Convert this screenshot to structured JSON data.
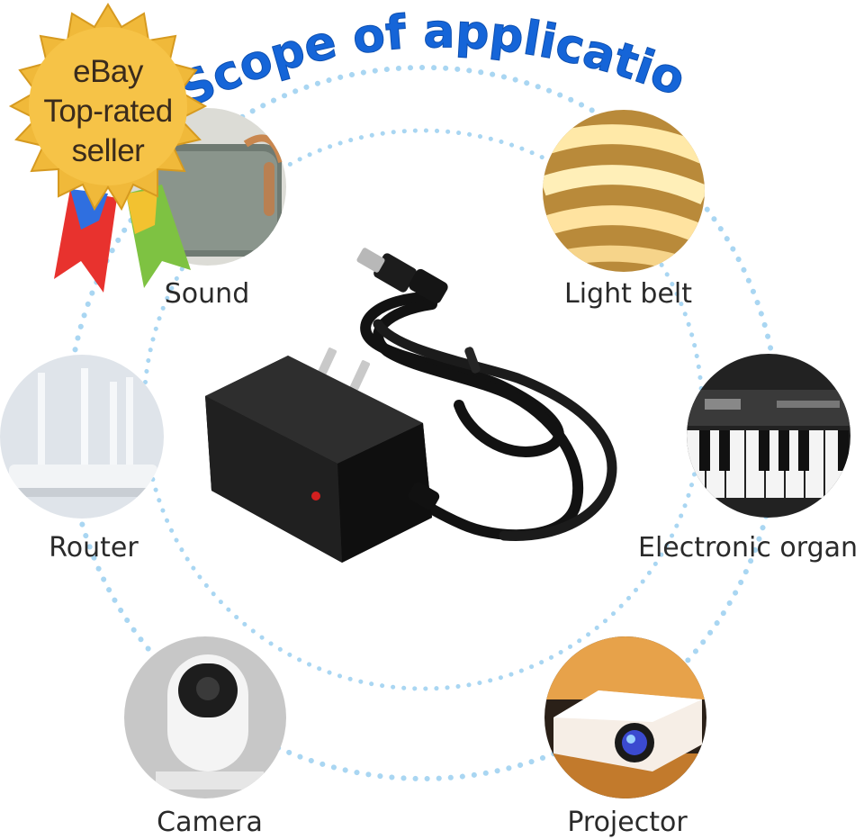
{
  "header": {
    "title": "Scope of application"
  },
  "badge": {
    "lines": [
      "eBay",
      "Top-rated",
      "seller"
    ]
  },
  "items": [
    {
      "label": "Sound",
      "icon": "speaker-icon"
    },
    {
      "label": "Light belt",
      "icon": "led-strip-icon"
    },
    {
      "label": "Router",
      "icon": "router-icon"
    },
    {
      "label": "Electronic organ",
      "icon": "keyboard-icon"
    },
    {
      "label": "Camera",
      "icon": "camera-icon"
    },
    {
      "label": "Projector",
      "icon": "projector-icon"
    }
  ],
  "product": {
    "icon": "power-adapter-icon"
  },
  "colors": {
    "title": "#1565d8",
    "dots": "#9fd0ef",
    "badge_gold": "#f0b93a",
    "label": "#2a2a2a"
  }
}
